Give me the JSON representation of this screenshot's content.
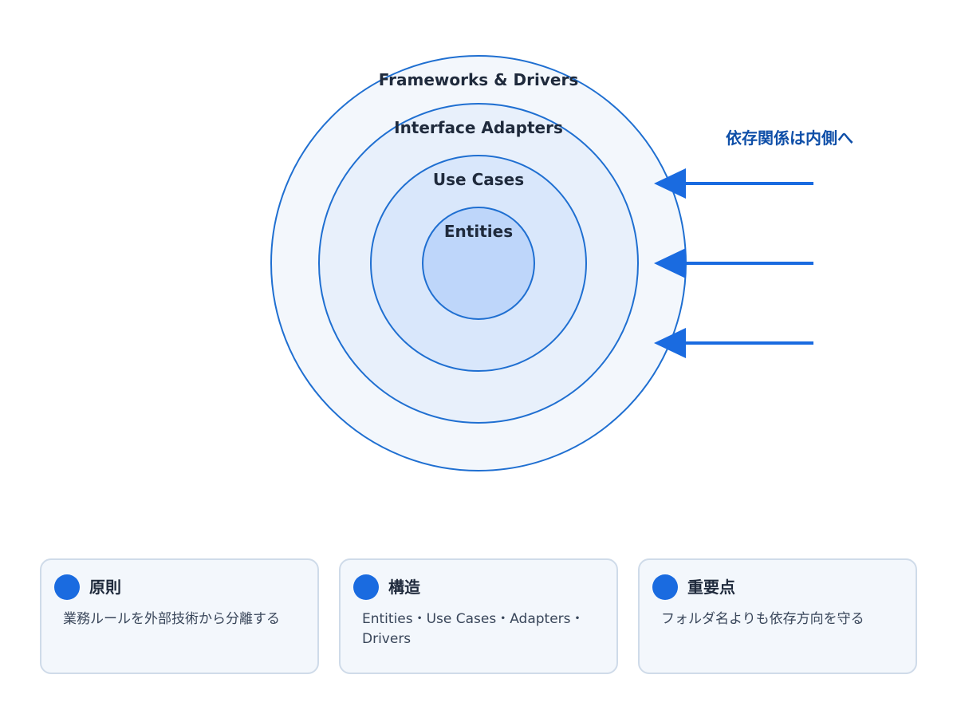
{
  "diagram": {
    "layers": [
      {
        "id": "outer",
        "label": "Frameworks & Drivers"
      },
      {
        "id": "adapters",
        "label": "Interface Adapters"
      },
      {
        "id": "usecases",
        "label": "Use Cases"
      },
      {
        "id": "core",
        "label": "Entities"
      }
    ],
    "direction_label": "依存関係は内側へ",
    "colors": {
      "stroke": "#1f6fd1",
      "outer_fill": "#f3f7fc",
      "adapters_fill": "#e8f0fb",
      "usecases_fill": "#d9e7fb",
      "core_fill": "#bed6fa",
      "arrow": "#1a6be0",
      "direction_text": "#0f4fa8"
    }
  },
  "cards": [
    {
      "title": "原則",
      "text": "業務ルールを外部技術から分離する"
    },
    {
      "title": "構造",
      "text": "Entities・Use Cases・Adapters・Drivers"
    },
    {
      "title": "重要点",
      "text": "フォルダ名よりも依存方向を守る"
    }
  ],
  "accent_color": "#1a6be0"
}
